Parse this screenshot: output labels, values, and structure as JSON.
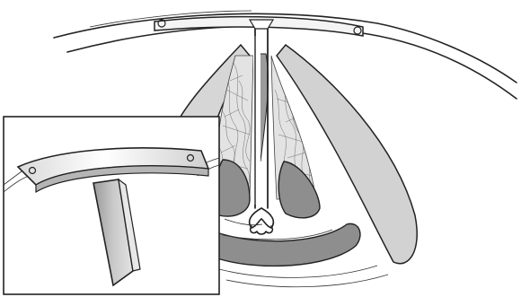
{
  "figure": {
    "labels": [],
    "colors": {
      "ink": "#222222",
      "light_tissue": "#dadada",
      "mid_tissue": "#c8c8c8",
      "dark_tissue": "#8e8e8e",
      "implant_top": "#f4f4f4",
      "implant_shadow": "#9a9a9a",
      "inset_background": "#ffffff"
    },
    "parts": [
      "skin-contour",
      "stent-crossbar",
      "stent-stem",
      "tissue-wedge-left",
      "tissue-wedge-right",
      "mesh-fibers",
      "inner-dark-folds",
      "bottom-fold",
      "fork-tip",
      "inset-panel",
      "t-shaped-stent"
    ]
  }
}
